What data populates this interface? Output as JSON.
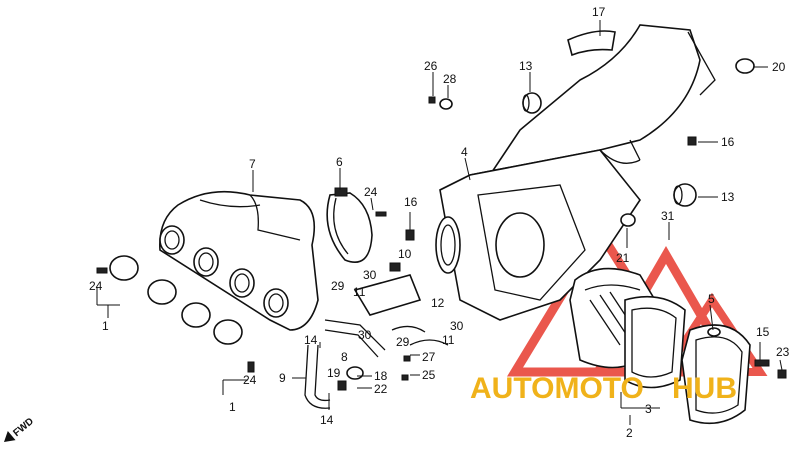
{
  "callouts": [
    "1",
    "1",
    "2",
    "3",
    "4",
    "5",
    "6",
    "7",
    "8",
    "9",
    "10",
    "11",
    "11",
    "12",
    "13",
    "13",
    "14",
    "14",
    "15",
    "16",
    "16",
    "17",
    "18",
    "19",
    "20",
    "21",
    "22",
    "23",
    "24",
    "24",
    "24",
    "25",
    "26",
    "27",
    "28",
    "29",
    "29",
    "30",
    "30",
    "30",
    "31"
  ],
  "watermark": {
    "part1": "AUTOMOTO",
    "part2": "HUB"
  },
  "fwd_label": "FWD",
  "colors": {
    "accent_red": "#e8453a",
    "accent_orange": "#f0b21a",
    "ink": "#111111"
  }
}
